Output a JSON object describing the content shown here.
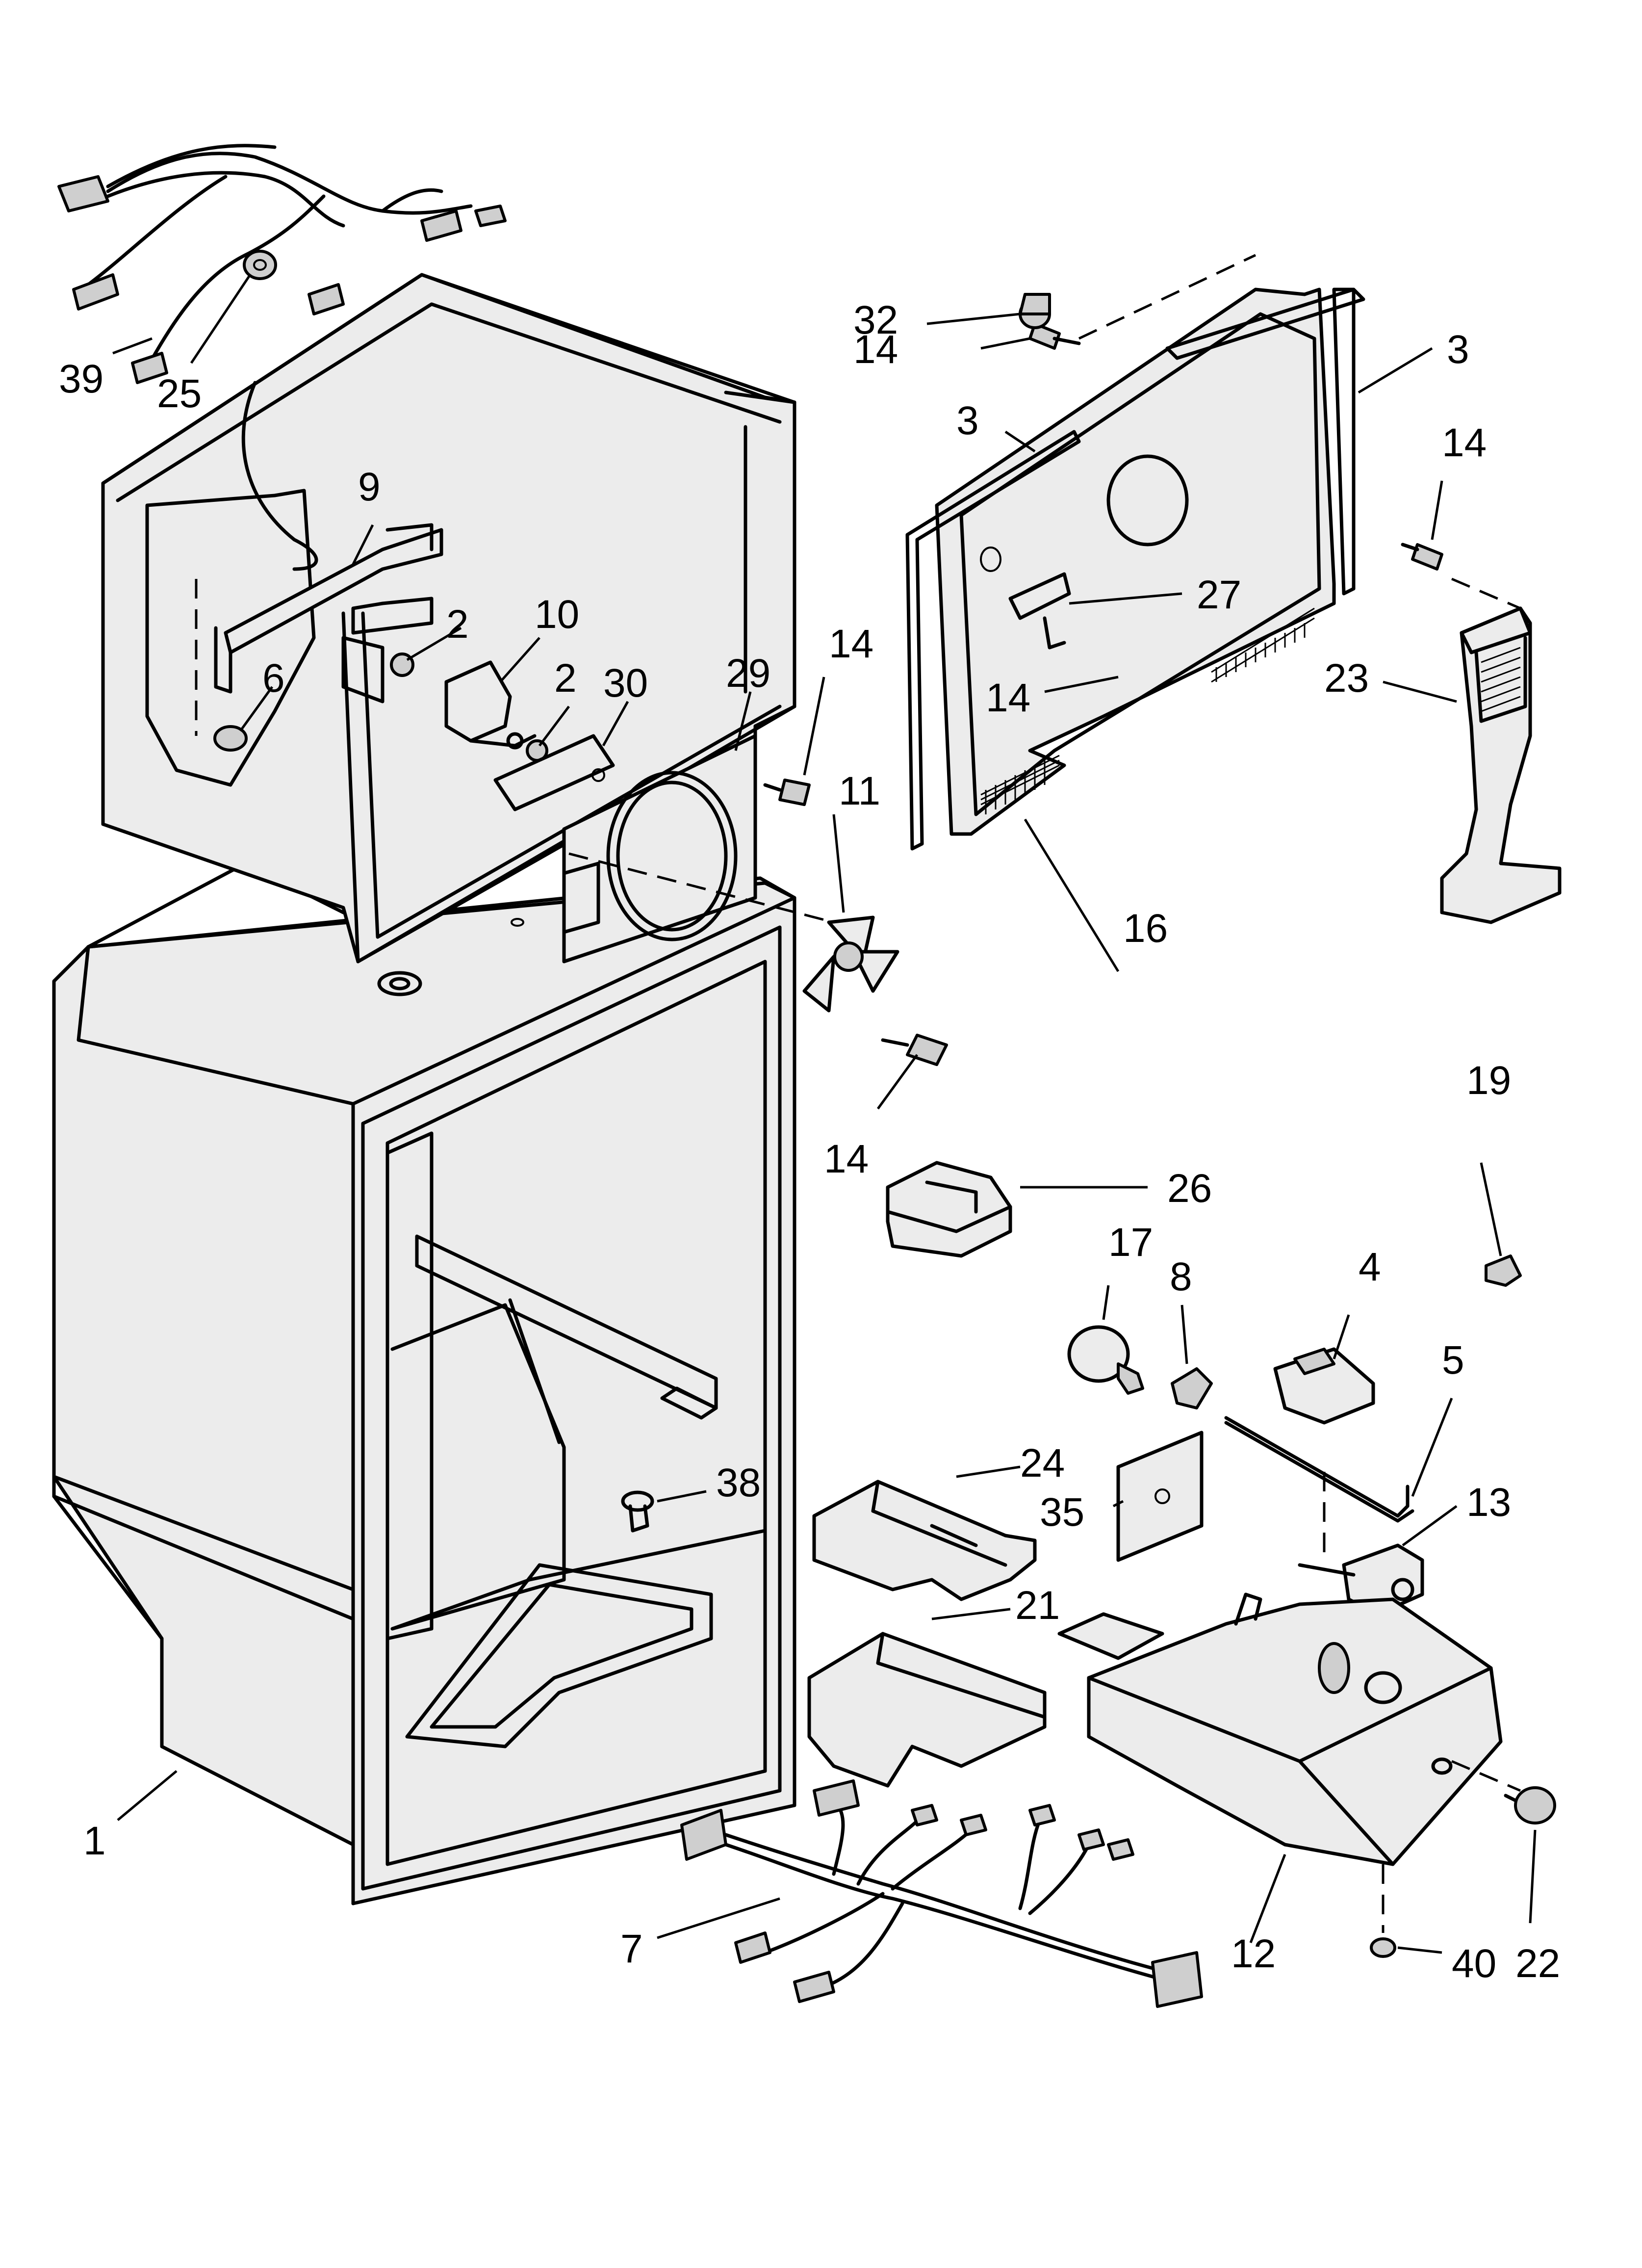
{
  "callouts": [
    {
      "id": "c1",
      "text": "1"
    },
    {
      "id": "c2a",
      "text": "2"
    },
    {
      "id": "c2b",
      "text": "2"
    },
    {
      "id": "c3a",
      "text": "3"
    },
    {
      "id": "c3b",
      "text": "3"
    },
    {
      "id": "c4",
      "text": "4"
    },
    {
      "id": "c5",
      "text": "5"
    },
    {
      "id": "c6",
      "text": "6"
    },
    {
      "id": "c7",
      "text": "7"
    },
    {
      "id": "c8",
      "text": "8"
    },
    {
      "id": "c9",
      "text": "9"
    },
    {
      "id": "c10",
      "text": "10"
    },
    {
      "id": "c11",
      "text": "11"
    },
    {
      "id": "c12",
      "text": "12"
    },
    {
      "id": "c13",
      "text": "13"
    },
    {
      "id": "c14a",
      "text": "14"
    },
    {
      "id": "c14b",
      "text": "14"
    },
    {
      "id": "c14c",
      "text": "14"
    },
    {
      "id": "c14d",
      "text": "14"
    },
    {
      "id": "c14e",
      "text": "14"
    },
    {
      "id": "c16",
      "text": "16"
    },
    {
      "id": "c17",
      "text": "17"
    },
    {
      "id": "c19",
      "text": "19"
    },
    {
      "id": "c21",
      "text": "21"
    },
    {
      "id": "c22",
      "text": "22"
    },
    {
      "id": "c23",
      "text": "23"
    },
    {
      "id": "c24",
      "text": "24"
    },
    {
      "id": "c25",
      "text": "25"
    },
    {
      "id": "c26",
      "text": "26"
    },
    {
      "id": "c27",
      "text": "27"
    },
    {
      "id": "c29",
      "text": "29"
    },
    {
      "id": "c30",
      "text": "30"
    },
    {
      "id": "c32",
      "text": "32"
    },
    {
      "id": "c35",
      "text": "35"
    },
    {
      "id": "c38",
      "text": "38"
    },
    {
      "id": "c39",
      "text": "39"
    },
    {
      "id": "c40",
      "text": "40"
    }
  ]
}
